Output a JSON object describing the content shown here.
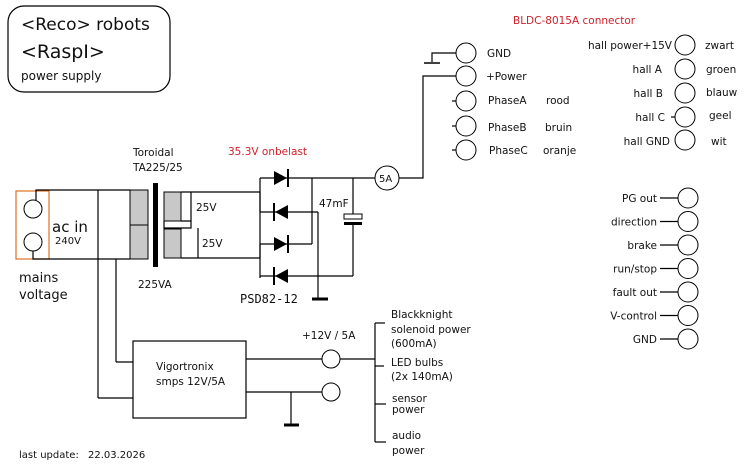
{
  "title_box": {
    "line1": "<Reco> robots",
    "line2": "<RaspI>",
    "line3": "power supply"
  },
  "mains": {
    "connector_label": "ac in",
    "voltage": "240V",
    "caption_line1": "mains",
    "caption_line2": "voltage",
    "box_color": "#e07020"
  },
  "transformer": {
    "label_line1": "Toroidal",
    "label_line2": "TA225/25",
    "rating": "225VA",
    "secondary1": "25V",
    "secondary2": "25V"
  },
  "rectifier": {
    "note": "35.3V onbelast",
    "note_color": "#d0202a",
    "part": "PSD82-12",
    "capacitor": "47mF",
    "fuse": "5A"
  },
  "bldc": {
    "title": "BLDC-8015A connector",
    "title_color": "#d0202a",
    "power_terminals": [
      {
        "label": "GND",
        "color": ""
      },
      {
        "label": "+Power",
        "color": ""
      },
      {
        "label": "PhaseA",
        "color": "rood"
      },
      {
        "label": "PhaseB",
        "color": "bruin"
      },
      {
        "label": "PhaseC",
        "color": "oranje"
      }
    ],
    "hall_terminals": [
      {
        "label": "hall power+15V",
        "color": "zwart"
      },
      {
        "label": "hall A",
        "color": "groen"
      },
      {
        "label": "hall B",
        "color": "blauw"
      },
      {
        "label": "hall C",
        "color": "geel"
      },
      {
        "label": "hall GND",
        "color": "wit"
      }
    ],
    "control_terminals": [
      {
        "label": "PG out"
      },
      {
        "label": "direction"
      },
      {
        "label": "brake"
      },
      {
        "label": "run/stop"
      },
      {
        "label": "fault out"
      },
      {
        "label": "V-control"
      },
      {
        "label": "GND"
      }
    ]
  },
  "smps": {
    "line1": "Vigortronix",
    "line2": "smps 12V/5A",
    "output_label": "+12V / 5A"
  },
  "loads": [
    {
      "line1": "Blackknight",
      "line2": "solenoid power",
      "line3": "(600mA)"
    },
    {
      "line1": "LED bulbs",
      "line2": "(2x 140mA)"
    },
    {
      "line1": "sensor",
      "line2": "power"
    },
    {
      "line1": "audio",
      "line2": "power"
    }
  ],
  "footer": {
    "last_update_label": "last update:",
    "last_update_date": "22.03.2026"
  }
}
